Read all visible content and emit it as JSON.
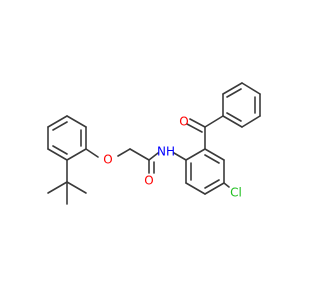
{
  "molecule": {
    "atom_labels": {
      "oxygen_ketone": "O",
      "oxygen_ether": "O",
      "oxygen_amide": "O",
      "nitrogen_amide": "NH",
      "chlorine": "Cl"
    },
    "colors": {
      "bond": "#3a3a3a",
      "oxygen": "#ff0000",
      "nitrogen": "#0000ff",
      "chlorine": "#1fbf1f",
      "background": "#ffffff"
    }
  }
}
